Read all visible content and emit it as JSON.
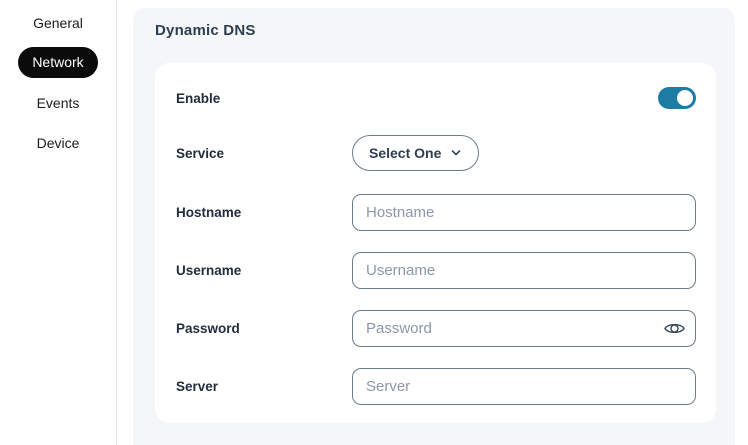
{
  "sidebar": {
    "items": [
      {
        "id": "general",
        "label": "General",
        "active": false
      },
      {
        "id": "network",
        "label": "Network",
        "active": true
      },
      {
        "id": "events",
        "label": "Events",
        "active": false
      },
      {
        "id": "device",
        "label": "Device",
        "active": false
      }
    ]
  },
  "panel": {
    "title": "Dynamic DNS"
  },
  "form": {
    "enable": {
      "label": "Enable",
      "state": "on"
    },
    "service": {
      "label": "Service",
      "selected": "Select One"
    },
    "hostname": {
      "label": "Hostname",
      "placeholder": "Hostname",
      "value": ""
    },
    "username": {
      "label": "Username",
      "placeholder": "Username",
      "value": ""
    },
    "password": {
      "label": "Password",
      "placeholder": "Password",
      "value": ""
    },
    "server": {
      "label": "Server",
      "placeholder": "Server",
      "value": ""
    }
  },
  "icons": {
    "service_dropdown": "chevron-down-icon",
    "password_reveal": "eye-icon"
  },
  "colors": {
    "accent_toggle": "#1d7ca4",
    "panel_background": "#f5f6f8",
    "heading_text": "#2d3e50",
    "input_border": "#6f7b8d",
    "placeholder_text": "#8d96a8",
    "active_nav_background": "#0b0b0b"
  }
}
